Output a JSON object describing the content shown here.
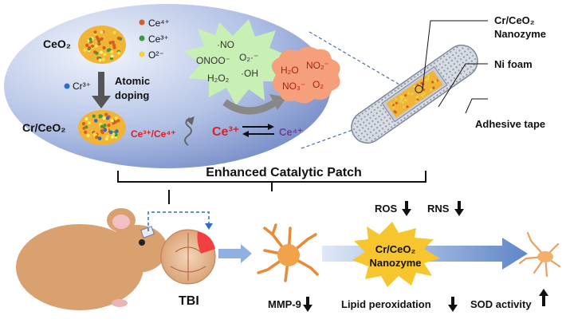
{
  "legend": {
    "ce4": "Ce⁴⁺",
    "ce3": "Ce³⁺",
    "o2": "O²⁻"
  },
  "labels": {
    "ceo2": "CeO₂",
    "cr3": "Cr³⁺",
    "atomic_doping_1": "Atomic",
    "atomic_doping_2": "doping",
    "cr_ceo2": "Cr/CeO₂",
    "ce_ratio": "Ce³⁺/Ce⁴⁺",
    "ce3_big": "Ce³⁺",
    "ce4_big": "Ce⁴⁺"
  },
  "reactive_species": {
    "no": "·NO",
    "onoo": "ONOO⁻",
    "o2_radical": "O₂·⁻",
    "oh": "·OH",
    "h2o2": "H₂O₂"
  },
  "products": {
    "h2o": "H₂O",
    "no2": "NO₂⁻",
    "no3": "NO₃⁻",
    "o2": "O₂"
  },
  "patch": {
    "title": "Enhanced Catalytic Patch",
    "label_nanozyme_1": "Cr/CeO₂",
    "label_nanozyme_2": "Nanozyme",
    "label_ni_foam": "Ni foam",
    "label_tape": "Adhesive tape"
  },
  "bottom": {
    "tbi": "TBI",
    "ros": "ROS",
    "rns": "RNS",
    "nanozyme_1": "Cr/CeO₂",
    "nanozyme_2": "Nanozyme",
    "mmp9": "MMP-9",
    "lipid": "Lipid peroxidation",
    "sod": "SOD activity"
  },
  "colors": {
    "ellipse_light": "#e6ebf7",
    "ellipse_dark": "#6f86c4",
    "starburst": "#c8f0b4",
    "products_cloud": "#f5a07a",
    "nanozyme_burst": "#f7c52d",
    "ce3_red": "#e02020",
    "ce4_purple": "#7a3c96",
    "arrow_blue": "#8fb0e0"
  }
}
